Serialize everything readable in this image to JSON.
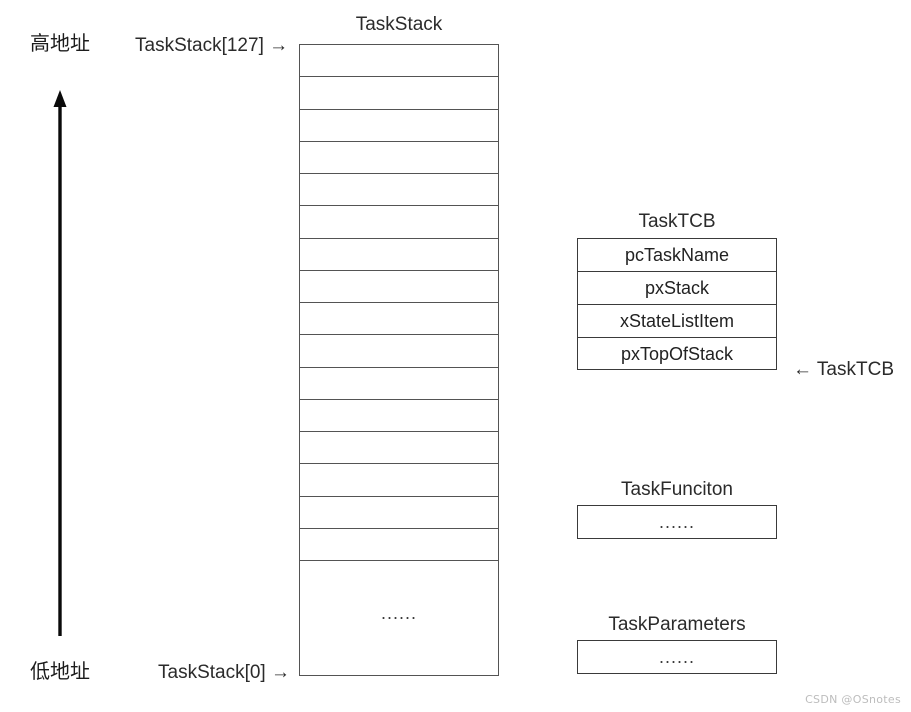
{
  "diagram": {
    "title_left_axis_high": "高地址",
    "title_left_axis_low": "低地址",
    "axis_arrow_icon": "up-arrow-icon"
  },
  "stack": {
    "title": "TaskStack",
    "top_index_label": "TaskStack[127] →",
    "bottom_index_label": "TaskStack[0] →",
    "cell_count": 16,
    "tail_cell_text": "......",
    "cells": [
      "",
      "",
      "",
      "",
      "",
      "",
      "",
      "",
      "",
      "",
      "",
      "",
      "",
      "",
      "",
      ""
    ]
  },
  "tcb": {
    "title": "TaskTCB",
    "pointer_label": "← TaskTCB",
    "fields": [
      "pcTaskName",
      "pxStack",
      "xStateListItem",
      "pxTopOfStack"
    ]
  },
  "task_function": {
    "title": "TaskFunciton",
    "body": "......"
  },
  "task_parameters": {
    "title": "TaskParameters",
    "body": "......"
  },
  "watermark": {
    "text": "CSDN @OSnotes"
  },
  "colors": {
    "stroke": "#545454",
    "text": "#2b2b2b",
    "watermark": "#bdbdbd",
    "background": "#ffffff"
  }
}
